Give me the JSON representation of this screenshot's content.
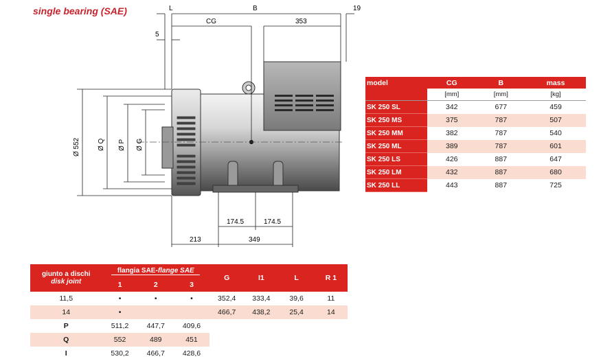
{
  "heading": "single bearing (SAE)",
  "drawing": {
    "dim_L": "L",
    "dim_B": "B",
    "dim_19": "19",
    "dim_CG": "CG",
    "dim_353": "353",
    "dim_5": "5",
    "dim_552": "Ø 552",
    "dim_Q": "Ø Q",
    "dim_P": "Ø P",
    "dim_G": "Ø G",
    "dim_174_left": "174.5",
    "dim_174_right": "174.5",
    "dim_213": "213",
    "dim_349": "349"
  },
  "model_table": {
    "headers": [
      "model",
      "CG",
      "B",
      "mass"
    ],
    "units": [
      "[mm]",
      "[mm]",
      "[kg]"
    ],
    "rows": [
      {
        "model": "SK 250 SL",
        "cg": "342",
        "b": "677",
        "mass": "459"
      },
      {
        "model": "SK 250 MS",
        "cg": "375",
        "b": "787",
        "mass": "507"
      },
      {
        "model": "SK 250 MM",
        "cg": "382",
        "b": "787",
        "mass": "540"
      },
      {
        "model": "SK 250 ML",
        "cg": "389",
        "b": "787",
        "mass": "601"
      },
      {
        "model": "SK 250 LS",
        "cg": "426",
        "b": "887",
        "mass": "647"
      },
      {
        "model": "SK 250 LM",
        "cg": "432",
        "b": "887",
        "mass": "680"
      },
      {
        "model": "SK 250 LL",
        "cg": "443",
        "b": "887",
        "mass": "725"
      }
    ]
  },
  "flange_table": {
    "disk_header_it": "giunto a dischi",
    "disk_header_en": "disk joint",
    "flange_header_it": "flangia SAE-",
    "flange_header_en": "flange SAE",
    "flange_sub": [
      "1",
      "2",
      "3"
    ],
    "col_G": "G",
    "col_I1": "I1",
    "col_L": "L",
    "col_R1": "R 1",
    "rows": [
      {
        "disk": "11,5",
        "f1": "•",
        "f2": "•",
        "f3": "•",
        "g": "352,4",
        "i1": "333,4",
        "l": "39,6",
        "r1": "11"
      },
      {
        "disk": "14",
        "f1": "•",
        "f2": "",
        "f3": "",
        "g": "466,7",
        "i1": "438,2",
        "l": "25,4",
        "r1": "14"
      }
    ],
    "extra_rows": [
      {
        "label": "P",
        "v1": "511,2",
        "v2": "447,7",
        "v3": "409,6"
      },
      {
        "label": "Q",
        "v1": "552",
        "v2": "489",
        "v3": "451"
      },
      {
        "label": "I",
        "v1": "530,2",
        "v2": "466,7",
        "v3": "428,6"
      }
    ]
  }
}
